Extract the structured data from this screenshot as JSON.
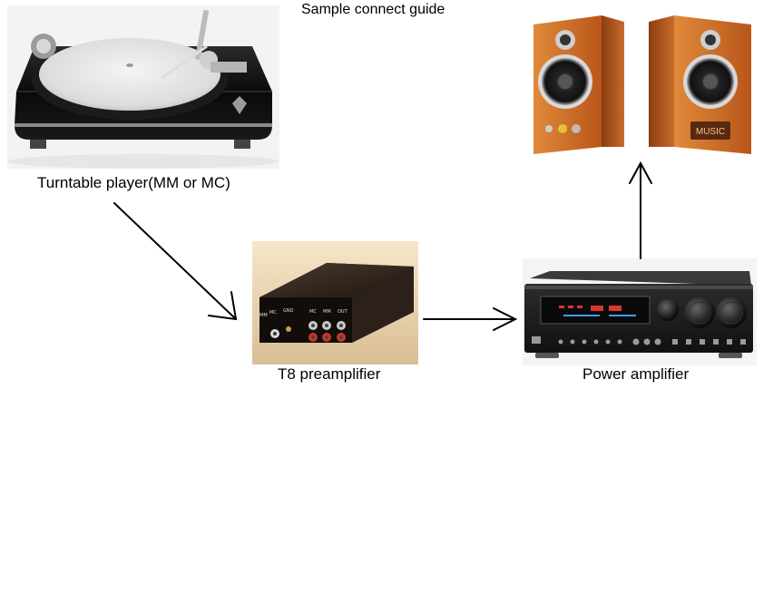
{
  "title": "Sample connect guide",
  "nodes": {
    "turntable": {
      "label": "Turntable player(MM or MC)"
    },
    "preamp": {
      "label": "T8  preamplifier",
      "panel_labels": [
        "MC",
        "MM",
        "OUT",
        "MM",
        "MC",
        "GND"
      ]
    },
    "amplifier": {
      "label": "Power amplifier"
    },
    "speakers": {
      "badge": "MUSIC"
    }
  }
}
